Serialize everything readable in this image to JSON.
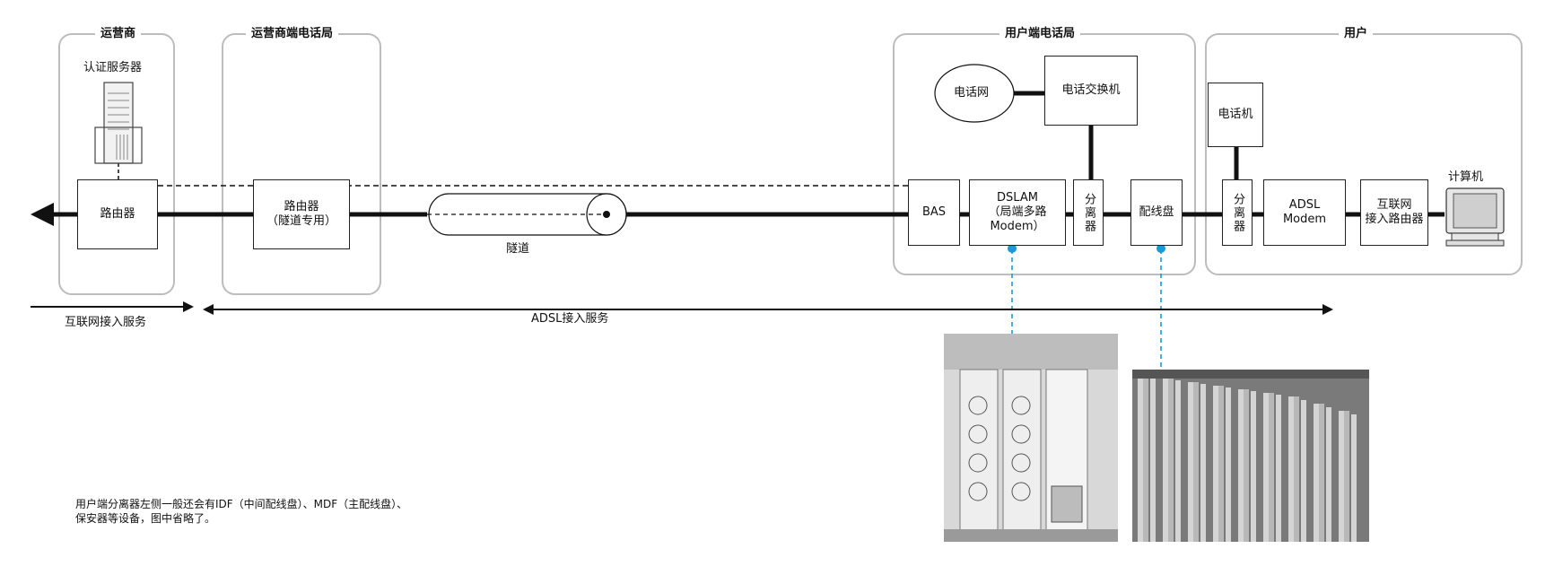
{
  "groups": {
    "carrier": "运营商",
    "carrier_office": "运营商端电话局",
    "user_office": "用户端电话局",
    "user": "用户"
  },
  "nodes": {
    "auth_server": "认证服务器",
    "router": "路由器",
    "tunnel_router_line1": "路由器",
    "tunnel_router_line2": "（隧道专用）",
    "tunnel": "隧道",
    "phone_network": "电话网",
    "phone_switch": "电话交换机",
    "bas": "BAS",
    "dslam_line1": "DSLAM",
    "dslam_line2": "（局端多路",
    "dslam_line3": "Modem）",
    "splitter_office": "分离器",
    "mdf": "配线盘",
    "telephone": "电话机",
    "splitter_user": "分离器",
    "adsl_modem_line1": "ADSL",
    "adsl_modem_line2": "Modem",
    "internet_router_line1": "互联网",
    "internet_router_line2": "接入路由器",
    "computer": "计算机"
  },
  "services": {
    "internet_access": "互联网接入服务",
    "adsl_access": "ADSL接入服务"
  },
  "note": {
    "line1": "用户端分离器左侧一般还会有IDF（中间配线盘）、MDF（主配线盘）、",
    "line2": "保安器等设备，图中省略了。"
  },
  "colors": {
    "line": "#111111",
    "group_border": "#bdbdbd",
    "photo_link": "#1a9bd7"
  }
}
